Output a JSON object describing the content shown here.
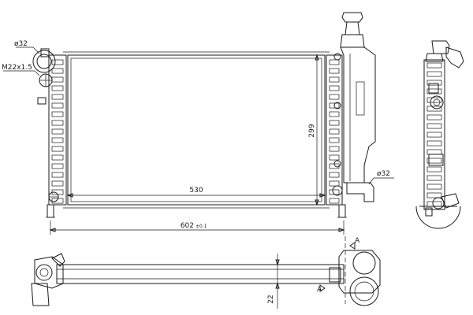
{
  "dimensions": {
    "hose_diameter_top": "ø32",
    "thread_spec": "M22x1.5",
    "core_width": "530",
    "core_height": "299",
    "overall_width": "602",
    "overall_width_tol": "±0.1",
    "hose_diameter_bottom": "ø32",
    "core_depth": "22"
  },
  "section_marks": {
    "top": "A",
    "bottom": "A"
  }
}
